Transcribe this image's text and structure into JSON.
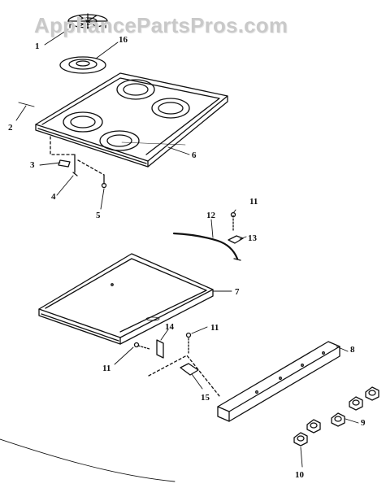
{
  "watermark": "AppliancePartsPros.com",
  "callouts": [
    {
      "id": "1",
      "text": "1"
    },
    {
      "id": "16",
      "text": "16"
    },
    {
      "id": "2",
      "text": "2"
    },
    {
      "id": "6",
      "text": "6"
    },
    {
      "id": "3",
      "text": "3"
    },
    {
      "id": "4",
      "text": "4"
    },
    {
      "id": "5",
      "text": "5"
    },
    {
      "id": "11a",
      "text": "11"
    },
    {
      "id": "12",
      "text": "12"
    },
    {
      "id": "13",
      "text": "13"
    },
    {
      "id": "7",
      "text": "7"
    },
    {
      "id": "14",
      "text": "14"
    },
    {
      "id": "11b",
      "text": "11"
    },
    {
      "id": "11c",
      "text": "11"
    },
    {
      "id": "8",
      "text": "8"
    },
    {
      "id": "15",
      "text": "15"
    },
    {
      "id": "9",
      "text": "9"
    },
    {
      "id": "10",
      "text": "10"
    }
  ]
}
